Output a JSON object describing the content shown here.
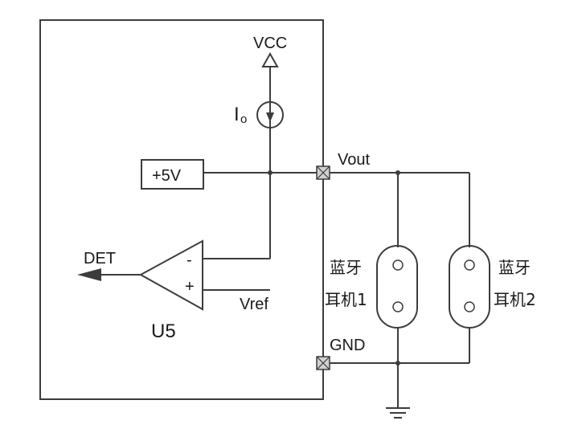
{
  "labels": {
    "vcc": "VCC",
    "current_source": "I",
    "current_source_sub": "o",
    "supply": "+5V",
    "vout": "Vout",
    "det": "DET",
    "minus": "-",
    "plus": "+",
    "vref": "Vref",
    "chip": "U5",
    "gnd": "GND",
    "headset1_line1": "蓝牙",
    "headset1_line2": "耳机1",
    "headset2_line1": "蓝牙",
    "headset2_line2": "耳机2"
  },
  "colors": {
    "wire": "#3c3c3c",
    "pin_fill": "#d0d0d0",
    "background": "#ffffff"
  }
}
